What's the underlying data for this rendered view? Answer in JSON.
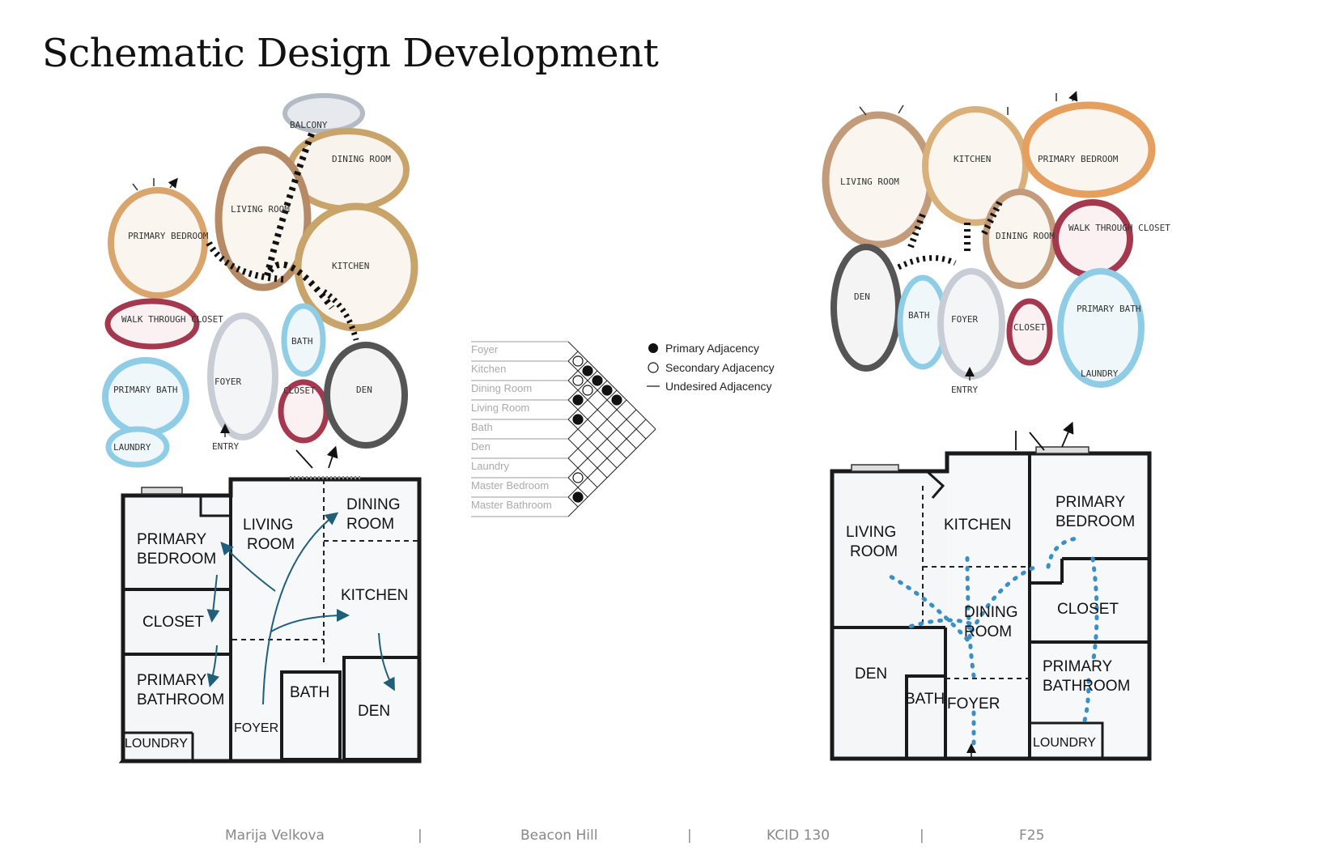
{
  "title": "Schematic Design Development",
  "bubble_diagram_1": {
    "labels": [
      "BALCONY",
      "DINING ROOM",
      "LIVING ROOM",
      "PRIMARY BEDROOM",
      "KITCHEN",
      "WALK THROUGH CLOSET",
      "BATH",
      "PRIMARY BATH",
      "FOYER",
      "CLOSET",
      "DEN",
      "LAUNDRY",
      "ENTRY"
    ]
  },
  "bubble_diagram_2": {
    "labels": [
      "LIVING ROOM",
      "KITCHEN",
      "PRIMARY BEDROOM",
      "WALK THROUGH CLOSET",
      "DINING ROOM",
      "DEN",
      "BATH",
      "FOYER",
      "CLOSET",
      "PRIMARY BATH",
      "LAUNDRY",
      "ENTRY"
    ]
  },
  "plan_1": {
    "rooms": [
      "PRIMARY",
      "BEDROOM",
      "LIVING",
      "ROOM",
      "DINING",
      "ROOM",
      "KITCHEN",
      "CLOSET",
      "PRIMARY",
      "BATHROOM",
      "BATH",
      "DEN",
      "FOYER",
      "LOUNDRY"
    ]
  },
  "plan_2": {
    "rooms": [
      "LIVING",
      "ROOM",
      "KITCHEN",
      "PRIMARY",
      "BEDROOM",
      "CLOSET",
      "DINING",
      "ROOM",
      "DEN",
      "PRIMARY",
      "BATHROOM",
      "BATH",
      "FOYER",
      "LOUNDRY"
    ]
  },
  "matrix": {
    "rows": [
      "Foyer",
      "Kitchen",
      "Dining Room",
      "Living Room",
      "Bath",
      "Den",
      "Laundry",
      "Master Bedroom",
      "Master Bathroom"
    ]
  },
  "legend": {
    "primary": "Primary Adjacency",
    "secondary": "Secondary Adjacency",
    "undesired": "Undesired Adjacency"
  },
  "footer": {
    "author": "Marija Velkova",
    "project": "Beacon Hill",
    "course": "KCID 130",
    "term": "F25",
    "separator": "|"
  }
}
